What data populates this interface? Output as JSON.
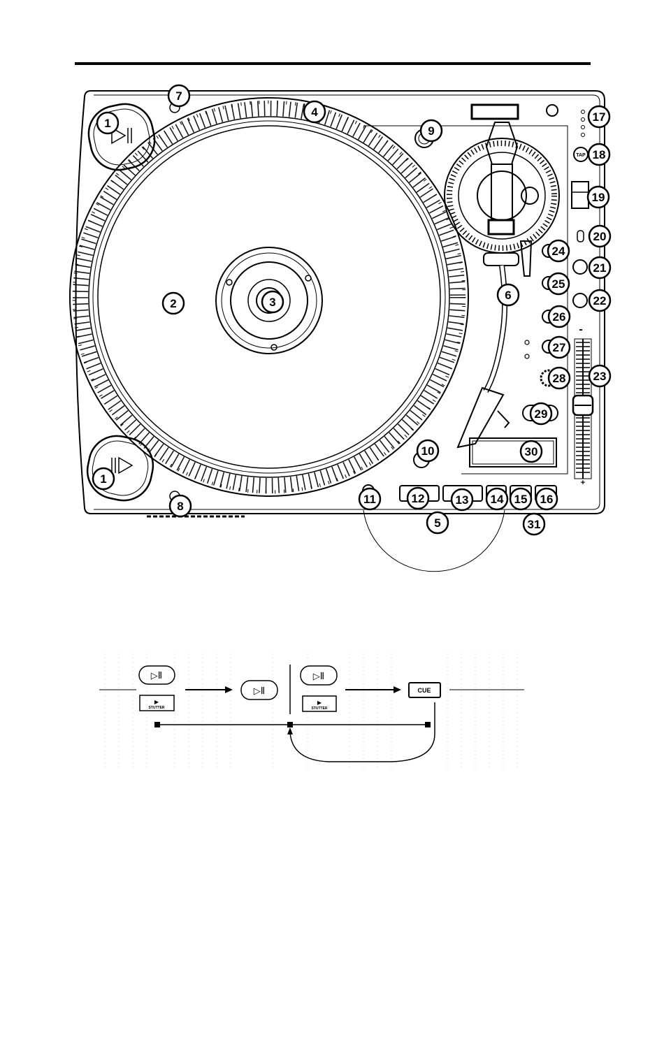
{
  "callouts": [
    "1",
    "2",
    "3",
    "4",
    "5",
    "6",
    "7",
    "8",
    "9",
    "10",
    "11",
    "12",
    "13",
    "14",
    "15",
    "16",
    "17",
    "18",
    "19",
    "20",
    "21",
    "22",
    "23",
    "24",
    "25",
    "26",
    "27",
    "28",
    "29",
    "30",
    "31"
  ],
  "panel": {
    "tap_label": "TAP",
    "pitch_minus": "-",
    "pitch_plus": "+"
  },
  "flow": {
    "play_pause_glyph": "▷Ⅱ",
    "stutter_glyph": "▶",
    "stutter_label": "STUTTER",
    "cue_label": "CUE"
  }
}
